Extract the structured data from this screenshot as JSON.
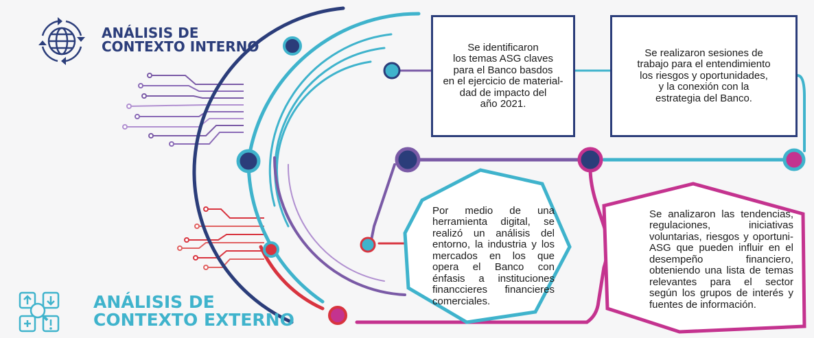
{
  "internal": {
    "title_lines": [
      "ANÁLISIS DE",
      "CONTEXTO INTERNO"
    ],
    "icon": "globe-cycle-icon",
    "boxes": [
      {
        "lines": [
          "Se identificaron",
          "los temas ASG claves",
          "para el Banco basdos",
          "en el ejercicio de material-",
          "dad de impacto del",
          "año 2021."
        ]
      },
      {
        "lines": [
          "Se realizaron sesiones de",
          "trabajo para el entendimiento",
          "los riesgos y oportunidades,",
          "y la conexión con la",
          "estrategia del Banco."
        ]
      }
    ]
  },
  "external": {
    "title_lines": [
      "ANÁLISIS DE",
      "CONTEXTO EXTERNO"
    ],
    "icon": "analysis-tools-icon",
    "boxes": [
      {
        "lines": [
          "Por medio de una",
          "herramienta digital, se",
          "realizó un análisis del",
          "entorno, la industria y los",
          "mercados en los que",
          "opera el Banco con",
          "énfasis a instituciones",
          "financcieres financieres",
          "comerciales."
        ]
      },
      {
        "lines": [
          "Se analizaron las tendencias,",
          "regulaciones, iniciativas",
          "voluntarias, riesgos y oportuni-",
          "ASG que pueden influir en el",
          "desempeño financiero,",
          "obteniendo una lista de temas",
          "relevantes para el sector",
          "según los grupos de interés y",
          "fuentes de información."
        ]
      }
    ]
  },
  "colors": {
    "navy": "#2b3d7a",
    "cyan": "#3fb3cc",
    "purple": "#7a5aa6",
    "magenta": "#c4338f",
    "red": "#d8343f",
    "background": "#f6f6f7"
  }
}
